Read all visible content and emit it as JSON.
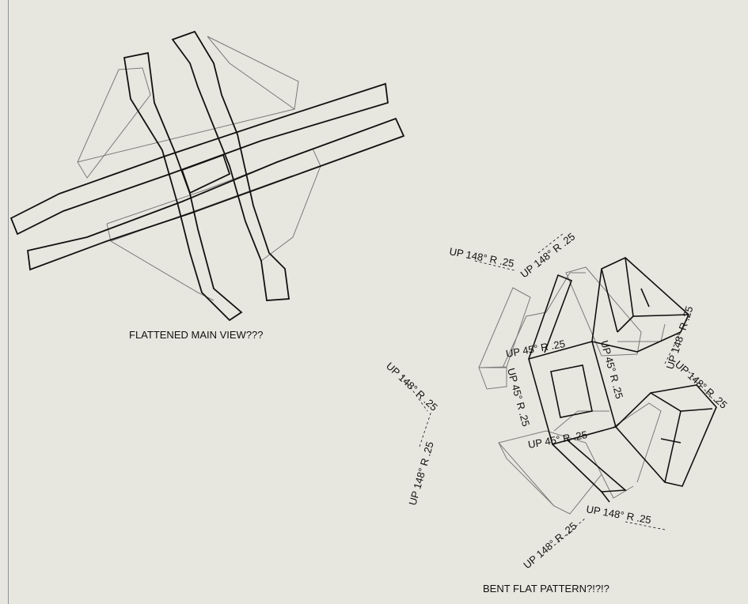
{
  "views": {
    "flattened_main_label": "FLATTENED MAIN VIEW???",
    "bent_flat_label": "BENT FLAT PATTERN?!?!?"
  },
  "annotations": {
    "up_148_r25": "UP  148°  R .25",
    "up_45_r25": "UP  45°  R .25",
    "up_45": "UP  45°",
    "r25": "R .25",
    "up_148": "UP  148°"
  },
  "colors": {
    "background": "#e8e7df",
    "heavy_line": "#111111",
    "light_line": "#7a7a7a"
  }
}
